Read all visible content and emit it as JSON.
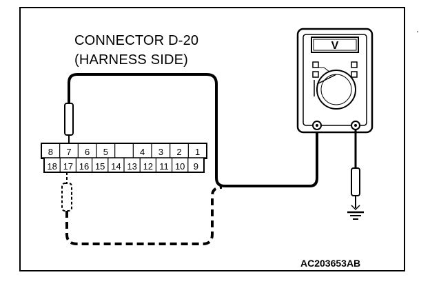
{
  "connector": {
    "title_line1": "CONNECTOR D-20",
    "title_line2": "(HARNESS SIDE)",
    "top_row_pins": [
      "8",
      "7",
      "6",
      "5",
      "",
      "4",
      "3",
      "2",
      "1"
    ],
    "bottom_row_pins": [
      "18",
      "17",
      "16",
      "15",
      "14",
      "13",
      "12",
      "11",
      "10",
      "9"
    ]
  },
  "meter": {
    "mode_symbol": "V"
  },
  "figure_code": "AC203653AB",
  "colors": {
    "ink": "#000000",
    "background": "#ffffff"
  }
}
